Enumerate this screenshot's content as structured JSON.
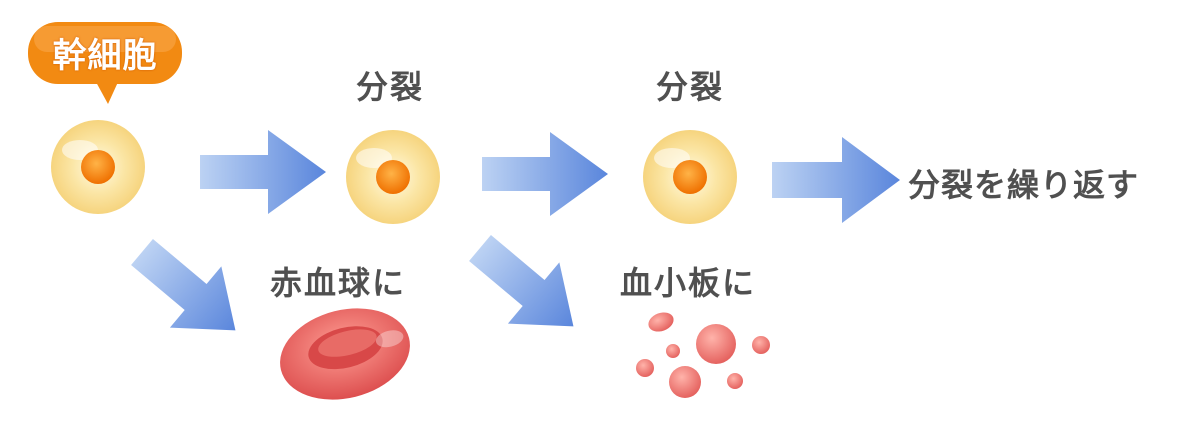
{
  "stem_cell_label": "幹細胞",
  "division_label_1": "分裂",
  "division_label_2": "分裂",
  "repeat_label": "分裂を繰り返す",
  "rbc_label": "赤血球に",
  "platelet_label": "血小板に",
  "colors": {
    "bubble": "#f28a12",
    "cell_outer": "#f8dc8a",
    "cell_nucleus": "#f07800",
    "arrow": "#6f97e2",
    "rbc": "#e86161",
    "platelet": "#ea6e6a",
    "text": "#505050"
  }
}
